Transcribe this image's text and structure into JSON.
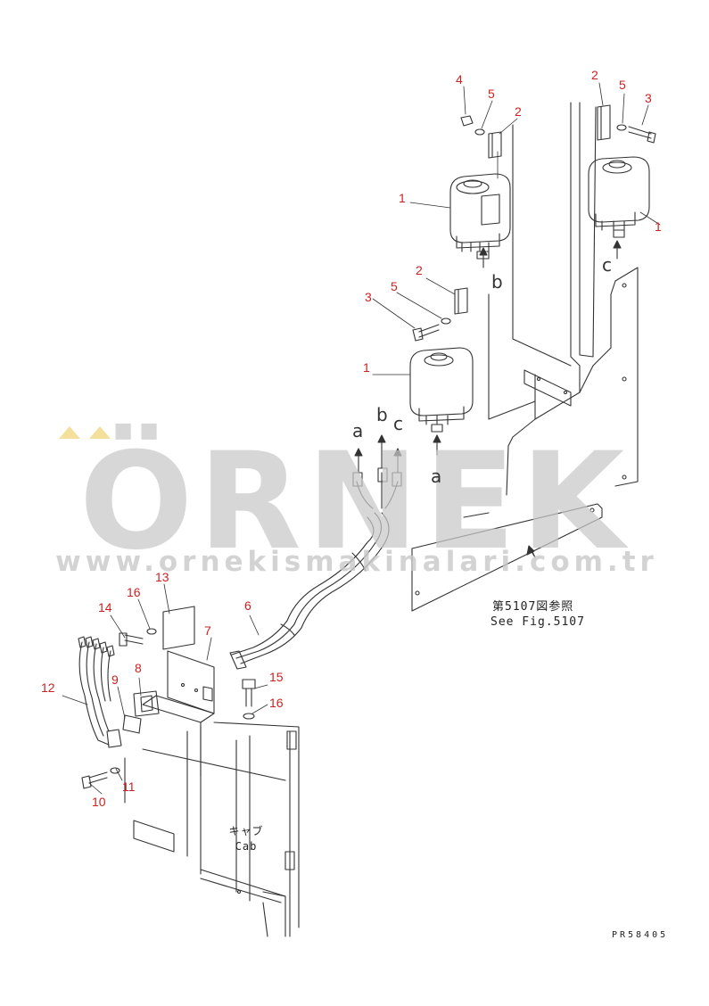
{
  "watermark": {
    "brand": "ÖRNEK",
    "url": "www.ornekismakinalari.com.tr"
  },
  "part_labels": [
    {
      "id": "p4-top",
      "text": "4"
    },
    {
      "id": "p5-top",
      "text": "5"
    },
    {
      "id": "p2-top",
      "text": "2"
    },
    {
      "id": "p2-right",
      "text": "2"
    },
    {
      "id": "p5-right",
      "text": "5"
    },
    {
      "id": "p3-right",
      "text": "3"
    },
    {
      "id": "p1-upper",
      "text": "1"
    },
    {
      "id": "p1-right",
      "text": "1"
    },
    {
      "id": "p2-mid",
      "text": "2"
    },
    {
      "id": "p3-mid",
      "text": "3"
    },
    {
      "id": "p5-mid",
      "text": "5"
    },
    {
      "id": "p1-lower",
      "text": "1"
    },
    {
      "id": "p13",
      "text": "13"
    },
    {
      "id": "p16-left",
      "text": "16"
    },
    {
      "id": "p14",
      "text": "14"
    },
    {
      "id": "p6",
      "text": "6"
    },
    {
      "id": "p7",
      "text": "7"
    },
    {
      "id": "p8",
      "text": "8"
    },
    {
      "id": "p12",
      "text": "12"
    },
    {
      "id": "p9",
      "text": "9"
    },
    {
      "id": "p15",
      "text": "15"
    },
    {
      "id": "p16-right",
      "text": "16"
    },
    {
      "id": "p11",
      "text": "11"
    },
    {
      "id": "p10",
      "text": "10"
    }
  ],
  "connection_labels": [
    {
      "id": "b-upper",
      "text": "b"
    },
    {
      "id": "c-right",
      "text": "c"
    },
    {
      "id": "a-left",
      "text": "a"
    },
    {
      "id": "b-mid",
      "text": "b"
    },
    {
      "id": "c-mid",
      "text": "c"
    },
    {
      "id": "a-lower",
      "text": "a"
    }
  ],
  "reference_note": {
    "japanese": "第5107図参照",
    "english": "See Fig.5107"
  },
  "cab_label": {
    "japanese": "キャブ",
    "english": "Cab"
  },
  "drawing_number": "PR58405",
  "colors": {
    "line": "#333333",
    "label": "#cc2222",
    "watermark_gray": "#c9c9c9",
    "watermark_accent": "#f2d98a"
  }
}
